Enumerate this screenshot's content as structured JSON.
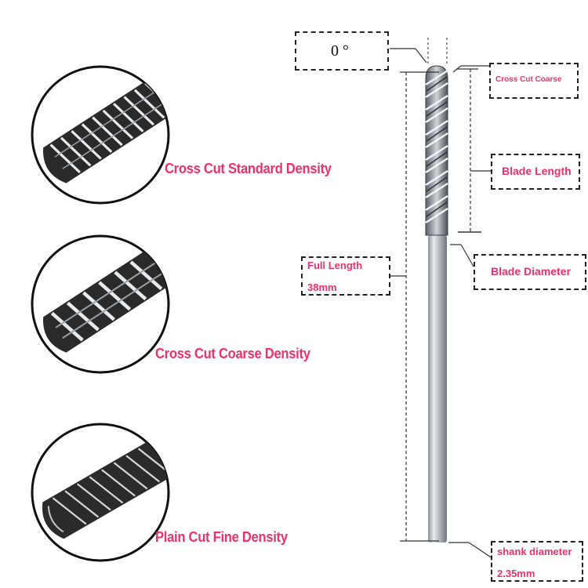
{
  "colors": {
    "accent": "#f0306a",
    "line": "#333333",
    "tool_dark": "#1e1e1e",
    "tool_light": "#d9dde2"
  },
  "density_views": [
    {
      "label": "Cross Cut Standard Density",
      "icon": "cross-cut-standard-bit"
    },
    {
      "label": "Cross Cut Coarse Density",
      "icon": "cross-cut-coarse-bit"
    },
    {
      "label": "Plain Cut Fine Density",
      "icon": "plain-cut-fine-bit"
    }
  ],
  "specs": {
    "angle": "0 °",
    "cross_cut": "Cross Cut Coarse",
    "blade_length": "Blade Length",
    "blade_diameter": "Blade Diameter",
    "full_length_label": "Full Length",
    "full_length_value": "38mm",
    "shank_label": "shank diameter",
    "shank_value": "2.35mm"
  }
}
